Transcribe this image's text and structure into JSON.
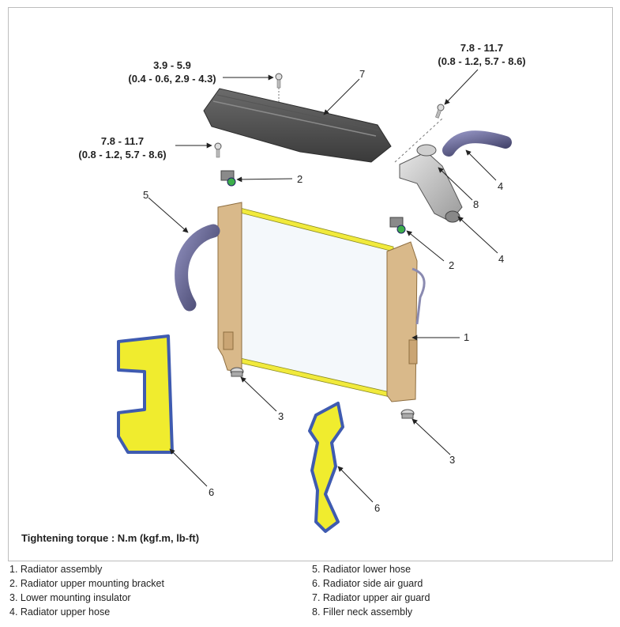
{
  "torque": {
    "t1": {
      "line1": "3.9 - 5.9",
      "line2": "(0.4 - 0.6, 2.9 - 4.3)"
    },
    "t2": {
      "line1": "7.8 - 11.7",
      "line2": "(0.8 - 1.2, 5.7 - 8.6)"
    },
    "t3": {
      "line1": "7.8 - 11.7",
      "line2": "(0.8 - 1.2, 5.7 - 8.6)"
    }
  },
  "callouts": {
    "c1": "1",
    "c2a": "2",
    "c2b": "2",
    "c3a": "3",
    "c3b": "3",
    "c4a": "4",
    "c4b": "4",
    "c5": "5",
    "c6a": "6",
    "c6b": "6",
    "c7": "7",
    "c8": "8"
  },
  "note": "Tightening torque : N.m (kgf.m, lb-ft)",
  "legend_left": [
    "1. Radiator assembly",
    "2. Radiator upper mounting bracket",
    "3. Lower mounting insulator",
    "4. Radiator upper hose"
  ],
  "legend_right": [
    "5. Radiator lower hose",
    "6. Radiator side air guard",
    "7. Radiator upper air guard",
    "8. Filler neck assembly"
  ],
  "colors": {
    "radiator_core": "#f4f8fb",
    "tank": "#d9b98a",
    "core_frame": "#f1ea3c",
    "core_edge": "#3aa6a0",
    "air_guard": "#f0ec2e",
    "air_guard_edge": "#3f5bb0",
    "hose": "#5f5f8c",
    "upper_guard": "#4a4a4a"
  }
}
